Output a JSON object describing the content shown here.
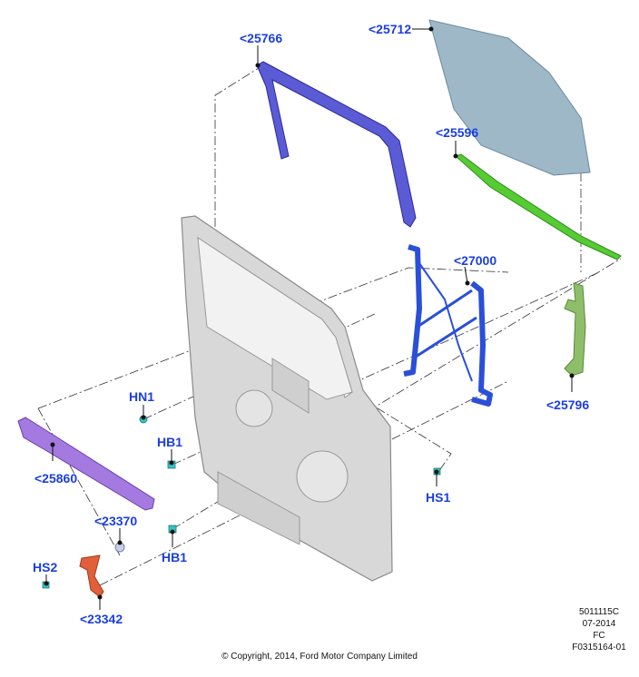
{
  "callouts": {
    "c25766": "<25766",
    "c25712": "<25712",
    "c25596": "<25596",
    "c27000": "<27000",
    "c25796": "<25796",
    "cHN1": "HN1",
    "cHB1a": "HB1",
    "cHS1": "HS1",
    "c25860": "<25860",
    "c23370": "<23370",
    "cHS2": "HS2",
    "cHB1b": "HB1",
    "c23342": "<23342"
  },
  "reference": {
    "line1": "5011115C",
    "line2": "07-2014",
    "line3": "FC",
    "line4": "F0315164-01"
  },
  "copyright": "© Copyright, 2014, Ford Motor Company Limited",
  "colors": {
    "callout": "#1a3fe0",
    "run_channel": "#5b5bd6",
    "glass": "#9fb8c8",
    "belt_weatherstrip": "#55cc33",
    "regulator": "#2a4fd8",
    "rear_channel": "#8ebe6a",
    "lower_strip": "#a57ae0",
    "handle": "#e0603a",
    "fastener": "#33c4c4",
    "door_shell": "#d8d8d8"
  }
}
